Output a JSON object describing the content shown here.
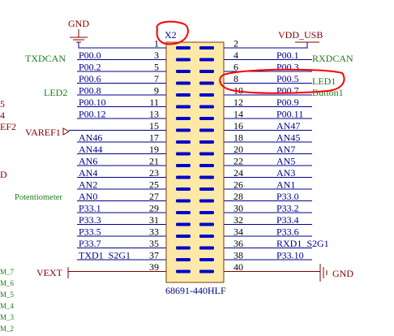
{
  "connector": {
    "designator": "X2",
    "part_number": "68691-440HLF",
    "body_color": "#fce9a8",
    "pin_color": "#0000cc"
  },
  "left_pins": [
    {
      "num": "1",
      "net": ""
    },
    {
      "num": "3",
      "net": "P00.0"
    },
    {
      "num": "5",
      "net": "P00.2"
    },
    {
      "num": "7",
      "net": "P00.6"
    },
    {
      "num": "9",
      "net": "P00.8"
    },
    {
      "num": "11",
      "net": "P00.10"
    },
    {
      "num": "13",
      "net": "P00.12"
    },
    {
      "num": "15",
      "net": ""
    },
    {
      "num": "17",
      "net": "AN46"
    },
    {
      "num": "19",
      "net": "AN44"
    },
    {
      "num": "21",
      "net": "AN6"
    },
    {
      "num": "23",
      "net": "AN4"
    },
    {
      "num": "25",
      "net": "AN2"
    },
    {
      "num": "27",
      "net": "AN0"
    },
    {
      "num": "29",
      "net": "P33.1"
    },
    {
      "num": "31",
      "net": "P33.3"
    },
    {
      "num": "33",
      "net": "P33.5"
    },
    {
      "num": "35",
      "net": "P33.7"
    },
    {
      "num": "37",
      "net": "TXD1_S2G1"
    },
    {
      "num": "39",
      "net": ""
    }
  ],
  "right_pins": [
    {
      "num": "2",
      "net": ""
    },
    {
      "num": "4",
      "net": "P00.1"
    },
    {
      "num": "6",
      "net": "P00.3"
    },
    {
      "num": "8",
      "net": "P00.5"
    },
    {
      "num": "10",
      "net": "P00.7"
    },
    {
      "num": "12",
      "net": "P00.9"
    },
    {
      "num": "14",
      "net": "P00.11"
    },
    {
      "num": "16",
      "net": "AN47"
    },
    {
      "num": "18",
      "net": "AN45"
    },
    {
      "num": "20",
      "net": "AN7"
    },
    {
      "num": "22",
      "net": "AN5"
    },
    {
      "num": "24",
      "net": "AN3"
    },
    {
      "num": "26",
      "net": "AN1"
    },
    {
      "num": "28",
      "net": "P33.0"
    },
    {
      "num": "30",
      "net": "P33.2"
    },
    {
      "num": "32",
      "net": "P33.4"
    },
    {
      "num": "34",
      "net": "P33.6"
    },
    {
      "num": "36",
      "net": "RXD1_S2G1"
    },
    {
      "num": "38",
      "net": "P33.10"
    },
    {
      "num": "40",
      "net": ""
    }
  ],
  "labels": {
    "gnd_top": "GND",
    "vdd_usb": "VDD_USB",
    "txdcan": "TXDCAN",
    "rxdcan": "RXDCAN",
    "led2": "LED2",
    "led1": "LED1",
    "button1": "Button1",
    "varef1": "VAREF1",
    "varef_partial": "EF2",
    "potentiometer": "Potentiometer",
    "vext": "VEXT",
    "gnd_bottom": "GND",
    "edge_5": "5",
    "edge_4": "4",
    "edge_d": "D",
    "edge_m": [
      "M_7",
      "M_6",
      "M_5",
      "M_4",
      "M_3",
      "M_2"
    ]
  },
  "annotation_color": "#ff0000"
}
